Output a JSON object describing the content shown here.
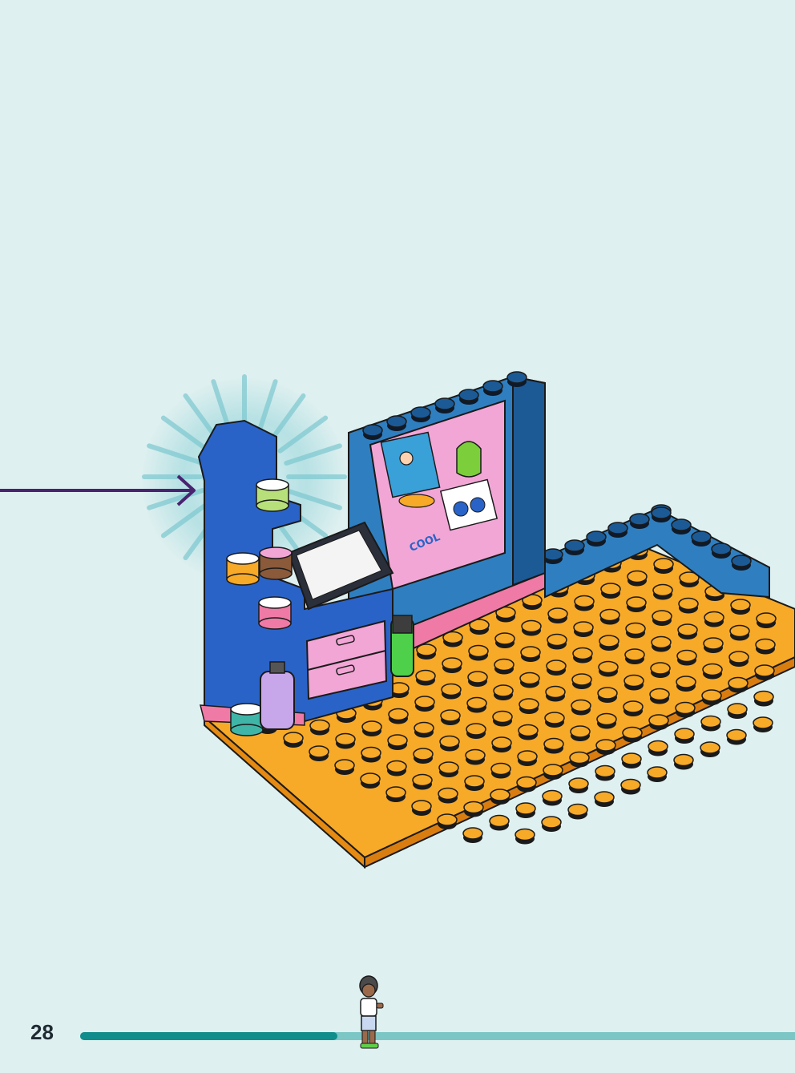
{
  "page": {
    "number": "28"
  },
  "instruction": {
    "step_arrow_icon": "arrow-right-icon",
    "highlight": "glow-burst"
  },
  "model": {
    "poster_text": "COOL",
    "colors": {
      "baseplate": "#f7a928",
      "baseplate_edge": "#e58a12",
      "wall_blue": "#2f7fc0",
      "wall_dark": "#1c5a96",
      "cabinet_blue": "#2a63c7",
      "pink": "#f2a6d6",
      "stripe_pink": "#f07aa6",
      "arrow": "#4a2370",
      "glow": "#8fd2d8"
    }
  },
  "progress": {
    "fraction": 0.36,
    "marker_icon": "minidoll-figure-icon",
    "colors": {
      "fill": "#0f8d8c",
      "track": "#7cc6c6"
    }
  }
}
